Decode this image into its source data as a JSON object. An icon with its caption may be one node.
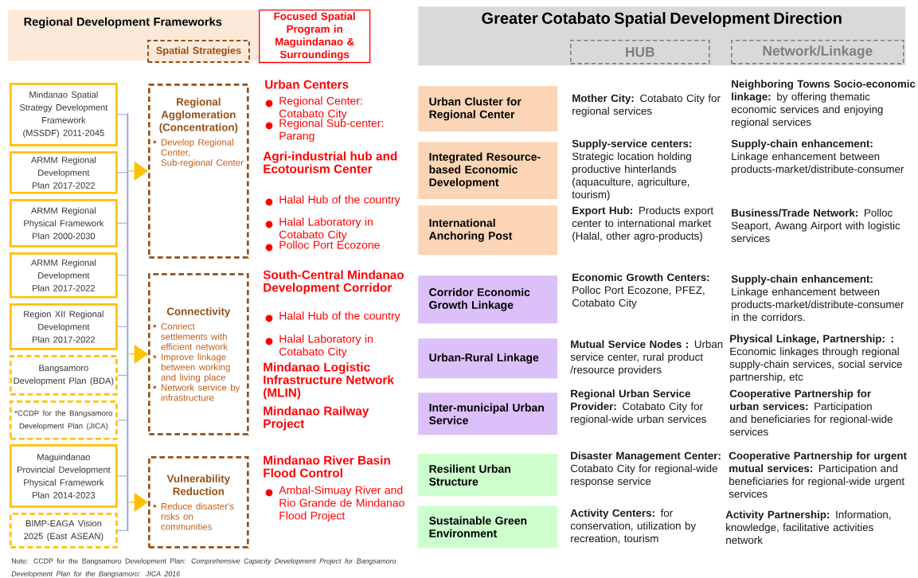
{
  "diagram": {
    "nodes": [
      {
        "text": [
          "Regional Development Frameworks"
        ]
      },
      {
        "text": [
          "Spatial Strategies"
        ],
        "in": 0
      },
      {
        "text": [
          "Focused Spatial Program in Maguindanao & Surroundings"
        ]
      },
      {
        "text": [
          "Greater Cotabato Spatial Development Direction"
        ]
      },
      {
        "text": [
          "HUB"
        ],
        "in": 3
      },
      {
        "text": [
          "Network/Linkage"
        ],
        "in": 3
      },
      {
        "text": [
          "Mindanao Spatial Strategy Development Framework (MSSDF) 2011-2045"
        ]
      },
      {
        "text": [
          "ARMM Regional Development Plan 2017-2022"
        ]
      },
      {
        "text": [
          "ARMM Regional Physical Framework Plan 2000-2030"
        ]
      },
      {
        "text": [
          "ARMM Regional Development Plan 2017-2022"
        ]
      },
      {
        "text": [
          "Region XII Regional Development Plan 2017-2022"
        ]
      },
      {
        "text": [
          "Bangsamoro Development Plan (BDA)"
        ]
      },
      {
        "text": [
          "*CCDP for the Bangsamoro Development Plan (JICA)"
        ]
      },
      {
        "text": [
          "Maguindanao Provincial Development Physical Framework Plan 2014-2023"
        ]
      },
      {
        "text": [
          "BIMP-EAGA Vision 2025 (East ASEAN)"
        ]
      },
      {
        "text": [
          "Regional Agglomeration (Concentration)",
          "Develop Regional Center, Sub-regional Center"
        ]
      },
      {
        "text": [
          "Connectivity",
          "Connect settlements with efficient network",
          "Improve linkage between working and living place",
          "Network service by infrastructure"
        ]
      },
      {
        "text": [
          "Vulnerability Reduction",
          "Reduce disaster's risks on communities"
        ]
      },
      {
        "text": [
          "Urban Cluster for Regional Center"
        ]
      },
      {
        "text": [
          "Integrated Resource-based Economic Development"
        ]
      },
      {
        "text": [
          "International Anchoring Post"
        ]
      },
      {
        "text": [
          "Corridor Economic Growth Linkage"
        ]
      },
      {
        "text": [
          "Urban-Rural Linkage"
        ]
      },
      {
        "text": [
          "Inter-municipal Urban Service"
        ]
      },
      {
        "text": [
          "Resilient Urban Structure"
        ]
      },
      {
        "text": [
          "Sustainable Green Environment"
        ]
      },
      {
        "text": [],
        "shape": "bar"
      }
    ],
    "edges": [
      {
        "from": 6,
        "to": 26,
        "arrow": "none"
      },
      {
        "from": 7,
        "to": 26,
        "arrow": "none"
      },
      {
        "from": 8,
        "to": 26,
        "arrow": "none"
      },
      {
        "from": 9,
        "to": 26,
        "arrow": "none"
      },
      {
        "from": 10,
        "to": 26,
        "arrow": "none"
      },
      {
        "from": 11,
        "to": 26,
        "arrow": "none"
      },
      {
        "from": 12,
        "to": 26,
        "arrow": "none"
      },
      {
        "from": 13,
        "to": 26,
        "arrow": "none"
      },
      {
        "from": 14,
        "to": 26,
        "arrow": "none"
      },
      {
        "from": 26,
        "to": 15,
        "arrow": "to",
        "color": "#ffc000"
      },
      {
        "from": 26,
        "to": 16,
        "arrow": "to",
        "color": "#ffc000"
      },
      {
        "from": 26,
        "to": 17,
        "arrow": "to",
        "color": "#ffc000"
      }
    ],
    "labels": [
      "Urban Centers",
      "Regional Center: Cotabato City",
      "Regional Sub-center: Parang",
      "Agri-industrial hub and Ecotourism Center",
      "Halal Hub of the country",
      "Halal Laboratory in Cotabato City",
      "Polloc Port Ecozone",
      "South-Central Mindanao Development Corridor",
      "Halal Hub of the country",
      "Halal Laboratory in Cotabato City",
      "Mindanao Logistic Infrastructure Network (MLIN)",
      "Mindanao Railway Project",
      "Mindanao River Basin Flood Control",
      "Ambal-Simuay River and Rio Grande de Mindanao Flood Project",
      "**Mother City:** Cotabato City for regional services",
      "**Neighboring Towns Socio-economic linkage:** by offering thematic economic services and enjoying regional services",
      "**Supply-service centers:** Strategic location holding productive hinterlands (aquaculture, agriculture, tourism)",
      "**Supply-chain enhancement:** Linkage enhancement between products-market/distribute-consumer",
      "**Export Hub:** Products export center to international market (Halal, other agro-products)",
      "**Business/Trade Network:** Polloc Seaport, Awang Airport with logistic services",
      "**Economic Growth Centers:** Polloc Port Ecozone, PFEZ, Cotabato City",
      "**Supply-chain enhancement:** Linkage enhancement between products-market/distribute-consumer in the corridors.",
      "**Mutual Service Nodes :** Urban service center, rural product /resource providers",
      "**Physical Linkage, Partnership: :** Economic linkages through regional supply-chain services, social service partnership, etc",
      "**Regional Urban Service Provider:** Cotabato City for regional-wide urban services",
      "**Cooperative Partnership for urban services:** Participation and beneficiaries for regional-wide services",
      "**Disaster Management Center:** Cotabato City for regional-wide response service",
      "**Cooperative Partnership for urgent mutual services:** Participation and beneficiaries for regional-wide urgent services",
      "**Activity Centers:** for conservation, utilization by recreation, tourism",
      "**Activity Partnership:** Information, knowledge, facilitative activities network",
      "Note: CCDP for the Bangsamoro Development Plan: *Comprehensive Capacity Development Project for Bangsamoro Development Plan for the Bangsamoro: JICA 2016*"
    ]
  }
}
